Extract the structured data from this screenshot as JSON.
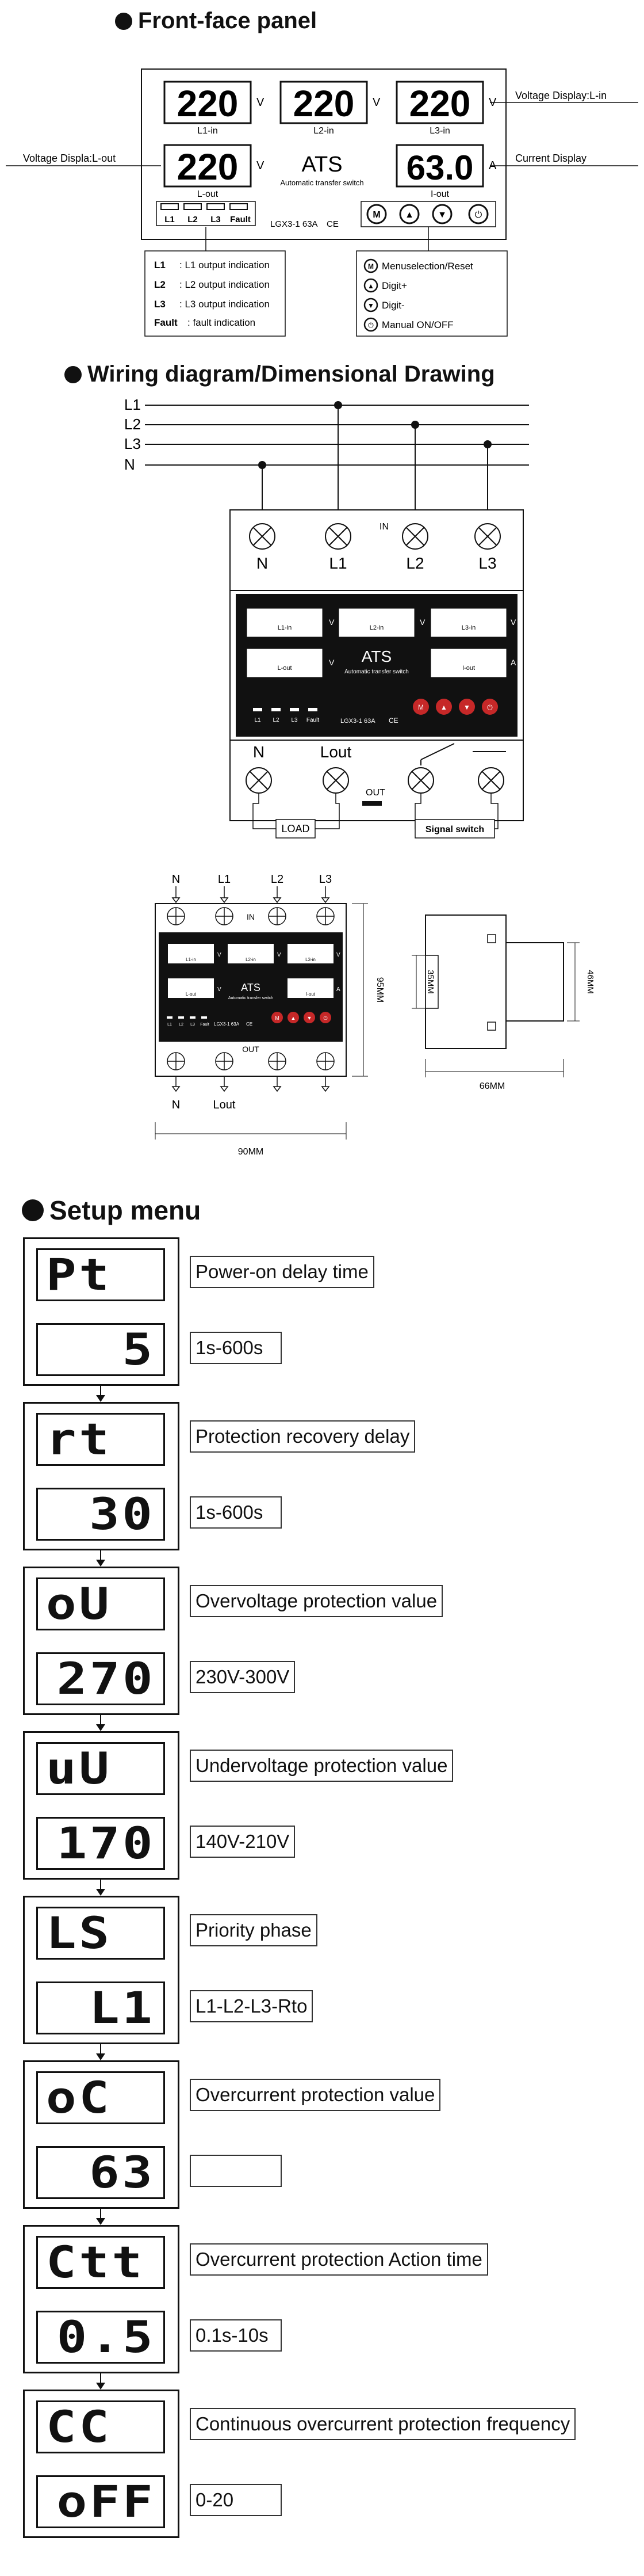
{
  "sections": {
    "front_panel": "Front-face panel",
    "wiring": "Wiring diagram/Dimensional Drawing",
    "setup": "Setup menu"
  },
  "front_panel": {
    "displays": [
      {
        "value": "220",
        "unit": "V",
        "label": "L1-in"
      },
      {
        "value": "220",
        "unit": "V",
        "label": "L2-in"
      },
      {
        "value": "220",
        "unit": "V",
        "label": "L3-in"
      },
      {
        "value": "220",
        "unit": "V",
        "label": "L-out"
      },
      {
        "value": "63.0",
        "unit": "A",
        "label": "I-out"
      }
    ],
    "ats_title": "ATS",
    "ats_subtitle": "Automatic transfer switch",
    "model": "LGX3-1 63A",
    "ce": "CE",
    "leds": [
      "L1",
      "L2",
      "L3",
      "Fault"
    ],
    "buttons": [
      {
        "symbol": "M",
        "icon": "menu-icon"
      },
      {
        "symbol": "▲",
        "icon": "up-icon"
      },
      {
        "symbol": "▼",
        "icon": "down-icon"
      },
      {
        "symbol": "⏻",
        "icon": "power-icon"
      }
    ],
    "callout_right": "Voltage Display:L-in",
    "callout_left": "Voltage Displa:L-out",
    "callout_current": "Current Display",
    "legend_left": [
      {
        "key": "L1",
        "text": ": L1 output indication"
      },
      {
        "key": "L2",
        "text": ": L2 output indication"
      },
      {
        "key": "L3",
        "text": ": L3 output indication"
      },
      {
        "key": "Fault",
        "text": ": fault indication"
      }
    ],
    "legend_right": [
      {
        "symbol": "M",
        "text": "Menuselection/Reset"
      },
      {
        "symbol": "▲",
        "text": "Digit+"
      },
      {
        "symbol": "▼",
        "text": "Digit-"
      },
      {
        "symbol": "⏻",
        "text": "Manual ON/OFF"
      }
    ]
  },
  "wiring": {
    "lines": [
      "L1",
      "L2",
      "L3",
      "N"
    ],
    "top_terminals": [
      "N",
      "L1",
      "L2",
      "L3"
    ],
    "in_label": "IN",
    "bottom_terminals": [
      "N",
      "Lout"
    ],
    "out_label": "OUT",
    "load_label": "LOAD",
    "signal_label": "Signal switch",
    "device_displays": [
      "L1-in",
      "L2-in",
      "L3-in",
      "L-out",
      "I-out"
    ],
    "device_units": [
      "V",
      "V",
      "V",
      "V",
      "A"
    ],
    "device_title": "ATS",
    "device_subtitle": "Automatic transfer switch",
    "device_leds": [
      "L1",
      "L2",
      "L3",
      "Fault"
    ],
    "device_model": "LGX3-1 63A",
    "device_ce": "CE",
    "device_buttons": [
      "M",
      "▲",
      "▼",
      "⏻"
    ]
  },
  "dimensions": {
    "top_labels": [
      "N",
      "L1",
      "L2",
      "L3"
    ],
    "in_label": "IN",
    "out_label": "OUT",
    "bottom_labels": [
      "N",
      "Lout"
    ],
    "width": "90MM",
    "height": "95MM",
    "side_inner": "35MM",
    "side_height": "46MM",
    "side_depth": "66MM",
    "small_ats": "ATS",
    "small_subtitle": "Automatic transfer switch",
    "small_model": "LGX3-1 63A",
    "small_ce": "CE",
    "small_leds": [
      "L1",
      "L2",
      "L3",
      "Fault"
    ],
    "small_displays": [
      "L1-in",
      "L2-in",
      "L3-in",
      "L-out",
      "I-out"
    ],
    "small_units": [
      "V",
      "V",
      "V",
      "V",
      "A"
    ],
    "small_buttons": [
      "M",
      "▲",
      "▼",
      "⏻"
    ]
  },
  "setup_menu": [
    {
      "code": "Pt",
      "desc": "Power-on delay time",
      "value": "5",
      "range": "1s-600s"
    },
    {
      "code": "rt",
      "desc": "Protection recovery delay",
      "value": "30",
      "range": "1s-600s"
    },
    {
      "code": "oU",
      "desc": "Overvoltage protection value",
      "value": "270",
      "range": "230V-300V"
    },
    {
      "code": "uU",
      "desc": "Undervoltage protection value",
      "value": "170",
      "range": "140V-210V"
    },
    {
      "code": "LS",
      "desc": "Priority phase",
      "value": "L1",
      "range": "L1-L2-L3-Rto"
    },
    {
      "code": "oC",
      "desc": "Overcurrent protection value",
      "value": "63",
      "range": ""
    },
    {
      "code": "Ctt",
      "desc": "Overcurrent protection Action time",
      "value": "0.5",
      "range": "0.1s-10s"
    },
    {
      "code": "CC",
      "desc": "Continuous overcurrent protection frequency",
      "value": "oFF",
      "range": "0-20"
    }
  ]
}
